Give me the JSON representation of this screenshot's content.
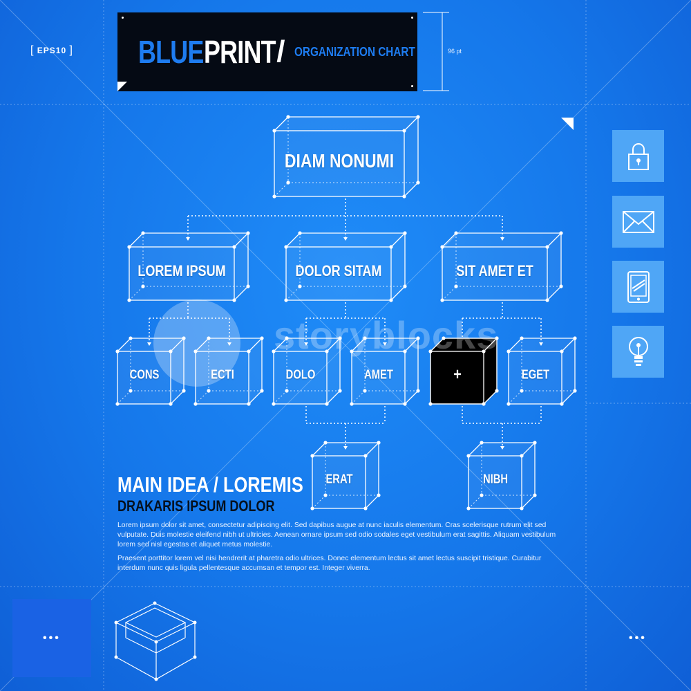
{
  "header": {
    "format_tag": "EPS10",
    "title_part_1": "BLUE",
    "title_part_2": "PRINT",
    "title_slash": "/",
    "subtitle": "ORGANIZATION CHART",
    "dimension_label": "96 pt"
  },
  "org_chart": {
    "root": "DIAM NONUMI",
    "level_2": [
      "LOREM IPSUM",
      "DOLOR SITAM",
      "SIT AMET ET"
    ],
    "level_3": [
      "CONS",
      "ECTI",
      "DOLO",
      "AMET",
      "+",
      "EGET"
    ],
    "level_4": [
      "ERAT",
      "NIBH"
    ]
  },
  "sidebar": {
    "icons": [
      "lock-icon",
      "envelope-icon",
      "tablet-icon",
      "lightbulb-icon"
    ]
  },
  "content": {
    "main_title": "MAIN IDEA / LOREMIS",
    "main_subtitle": "DRAKARIS IPSUM DOLOR",
    "paragraph_1": "Lorem ipsum dolor sit amet, consectetur adipiscing elit. Sed dapibus augue at nunc iaculis elementum. Cras scelerisque rutrum elit sed vulputate. Duis molestie eleifend nibh ut ultricies. Aenean ornare ipsum sed odio sodales eget vestibulum erat sagittis. Aliquam vestibulum lorem sed nisl egestas et aliquet metus molestie.",
    "paragraph_2": "Praesent porttitor lorem vel nisi hendrerit at pharetra odio ultrices. Donec elementum lectus sit amet lectus suscipit tristique. Curabitur interdum nunc quis ligula pellentesque accumsan et tempor est. Integer viverra."
  },
  "footer": {
    "left_dots": "•••",
    "right_dots": "•••"
  },
  "watermark": "storyblocks",
  "colors": {
    "background": "#1577ea",
    "title_box": "#050a14",
    "accent_blue": "#1e7cf0",
    "highlight_box": "#000000",
    "icon_tile": "#4fa6f6"
  }
}
